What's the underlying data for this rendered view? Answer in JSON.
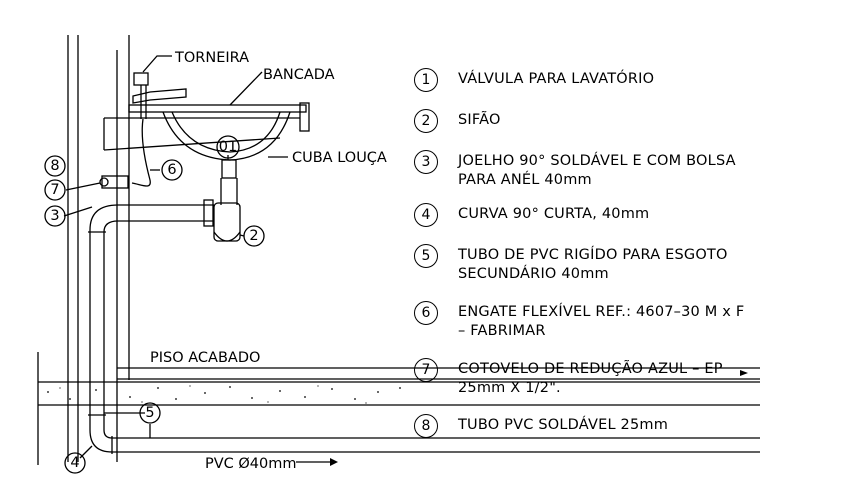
{
  "labels": {
    "torneira": "TORNEIRA",
    "bancada": "BANCADA",
    "cuba": "CUBA LOUÇA",
    "piso": "PISO ACABADO",
    "pvc": "PVC Ø40mm",
    "code": "01"
  },
  "callouts": {
    "c2": "2",
    "c3": "3",
    "c4": "4",
    "c5": "5",
    "c6": "6",
    "c7": "7",
    "c8": "8"
  },
  "legend": [
    {
      "num": "1",
      "text": "VÁLVULA PARA LAVATÓRIO"
    },
    {
      "num": "2",
      "text": "SIFÃO"
    },
    {
      "num": "3",
      "text": "JOELHO 90° SOLDÁVEL E COM BOLSA\nPARA ANÉL 40mm"
    },
    {
      "num": "4",
      "text": "CURVA 90° CURTA, 40mm"
    },
    {
      "num": "5",
      "text": "TUBO DE PVC RIGÍDO PARA ESGOTO\nSECUNDÁRIO 40mm"
    },
    {
      "num": "6",
      "text": "ENGATE FLEXÍVEL REF.: 4607–30 M x F\n– FABRIMAR"
    },
    {
      "num": "7",
      "text": "COTOVELO DE REDUÇÃO AZUL – EP\n25mm X 1/2\"."
    },
    {
      "num": "8",
      "text": "TUBO PVC SOLDÁVEL 25mm"
    }
  ]
}
